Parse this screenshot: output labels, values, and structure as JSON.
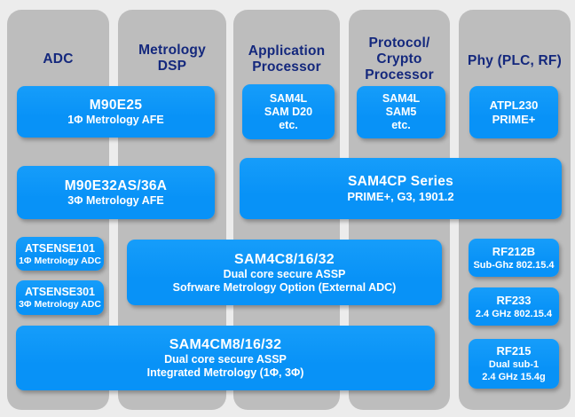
{
  "colors": {
    "page_bg": "#ececec",
    "column_bg": "#bdbdbd",
    "box_blue": "#0892f7",
    "box_blue_light": "#169dfa",
    "header_text": "#14287d",
    "box_text": "#ffffff"
  },
  "columns": [
    {
      "id": "adc",
      "lines": [
        "ADC"
      ]
    },
    {
      "id": "metrology-dsp",
      "lines": [
        "Metrology",
        "DSP"
      ]
    },
    {
      "id": "application-processor",
      "lines": [
        "Application",
        "Processor"
      ]
    },
    {
      "id": "protocol-crypto-processor",
      "lines": [
        "Protocol/",
        "Crypto",
        "Processor"
      ]
    },
    {
      "id": "phy-plc-rf",
      "lines": [
        "Phy (PLC, RF)"
      ]
    }
  ],
  "boxes": {
    "m90e25": {
      "title": "M90E25",
      "subtitle": "1Φ Metrology AFE"
    },
    "sam4l_d20": {
      "lines": [
        "SAM4L",
        "SAM D20",
        "etc."
      ]
    },
    "sam4l_sam5": {
      "lines": [
        "SAM4L",
        "SAM5",
        "etc."
      ]
    },
    "atpl230": {
      "lines": [
        "ATPL230",
        "PRIME+"
      ]
    },
    "m90e32": {
      "title": "M90E32AS/36A",
      "subtitle": "3Φ Metrology AFE"
    },
    "sam4cp": {
      "title": "SAM4CP Series",
      "subtitle": "PRIME+, G3, 1901.2"
    },
    "atsense101": {
      "title": "ATSENSE101",
      "subtitle": "1Φ Metrology ADC"
    },
    "atsense301": {
      "title": "ATSENSE301",
      "subtitle": "3Φ Metrology ADC"
    },
    "sam4c": {
      "title": "SAM4C8/16/32",
      "lines": [
        "Dual core secure ASSP",
        "Sofrware Metrology Option (External ADC)"
      ]
    },
    "sam4cm": {
      "title": "SAM4CM8/16/32",
      "lines": [
        "Dual core secure ASSP",
        "Integrated Metrology (1Φ, 3Φ)"
      ]
    },
    "rf212b": {
      "title": "RF212B",
      "subtitle": "Sub-Ghz 802.15.4"
    },
    "rf233": {
      "title": "RF233",
      "subtitle": "2.4 GHz 802.15.4"
    },
    "rf215": {
      "title": "RF215",
      "lines": [
        "Dual sub-1",
        "2.4 GHz 15.4g"
      ]
    }
  }
}
